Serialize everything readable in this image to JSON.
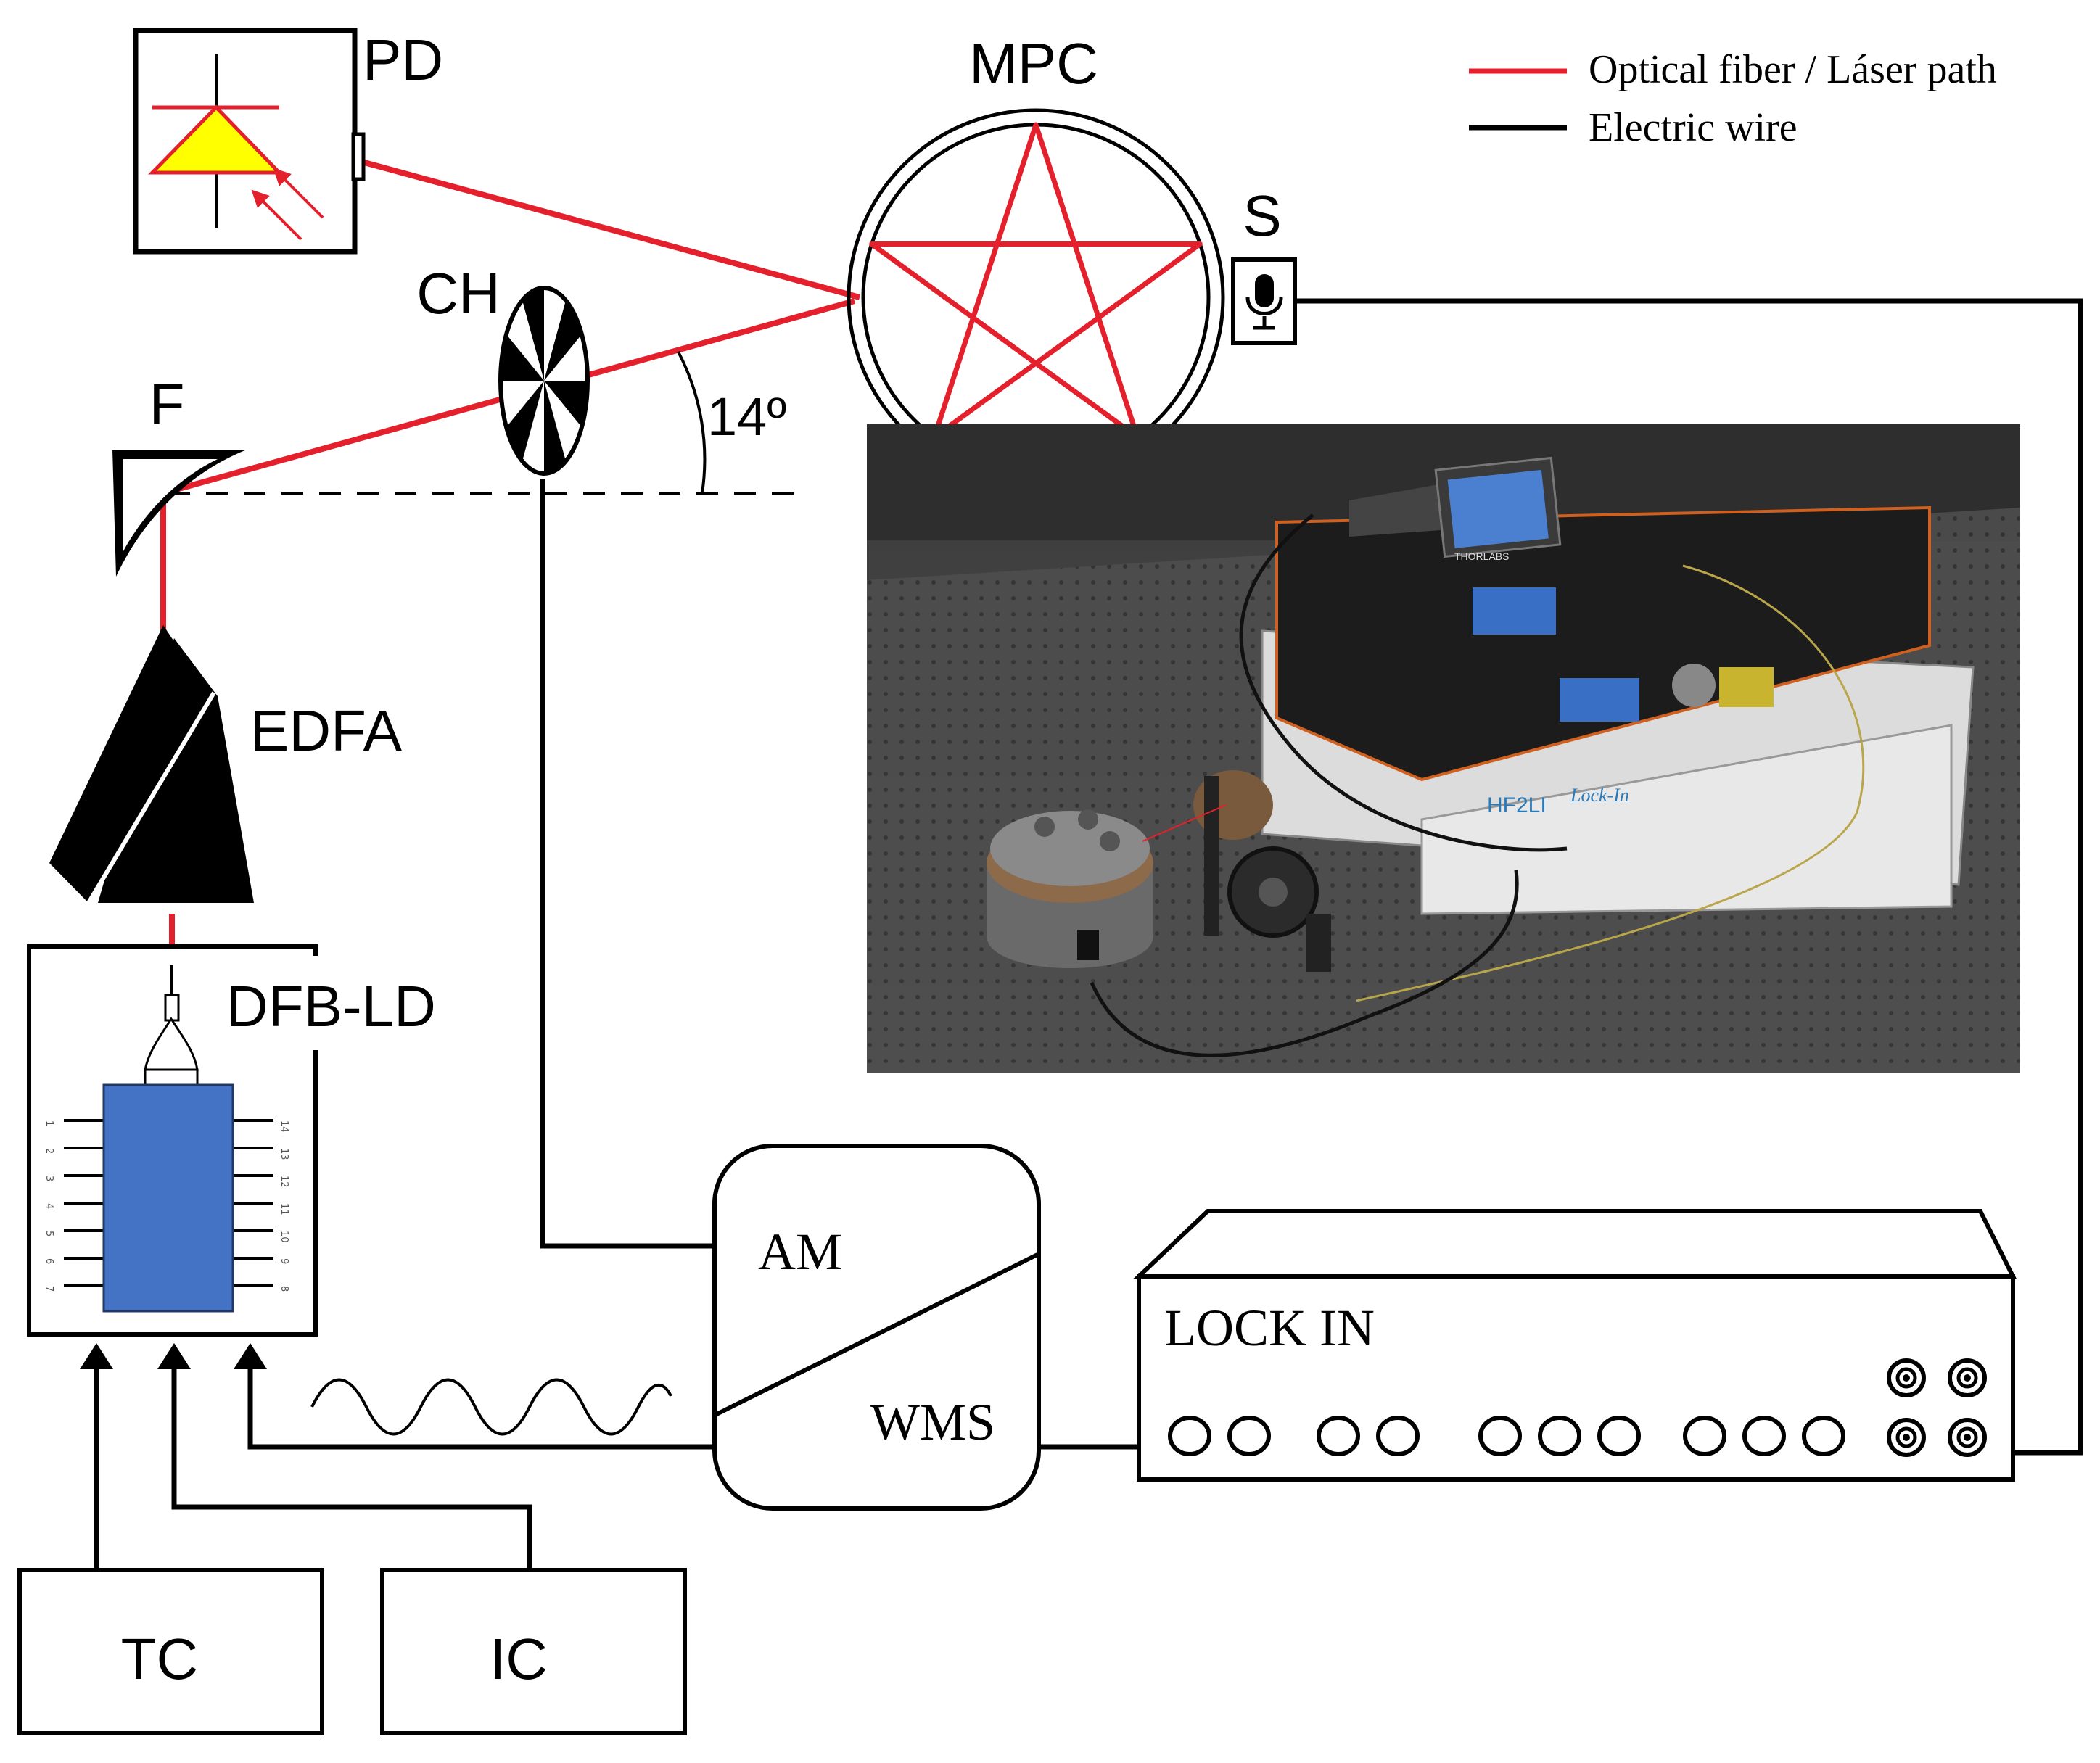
{
  "legend": {
    "optical": "Optical fiber / Láser path",
    "electric": "Electric wire"
  },
  "colors": {
    "laser": "#e3202c",
    "wire": "#000000",
    "laser_chip": "#4472c4",
    "photodiode": "#ffff00",
    "photo_bg": "#4a4a4a"
  },
  "labels": {
    "pd": "PD",
    "mpc": "MPC",
    "s": "S",
    "ch": "CH",
    "f": "F",
    "angle": "14º",
    "edfa": "EDFA",
    "dfb": "DFB-LD",
    "am": "AM",
    "wms": "WMS",
    "lockin": "LOCK IN",
    "tc": "TC",
    "ic": "IC",
    "photo_brand": "HF2LI",
    "photo_model": "Lock-In",
    "photo_thorlabs": "THORLABS"
  },
  "pins": {
    "left": [
      "1",
      "2",
      "3",
      "4",
      "5",
      "6",
      "7"
    ],
    "right": [
      "14",
      "13",
      "12",
      "11",
      "10",
      "9",
      "8"
    ]
  },
  "icons": {
    "microphone": "microphone-icon",
    "photodiode": "photodiode-icon",
    "chopper": "chopper-wheel-icon"
  }
}
